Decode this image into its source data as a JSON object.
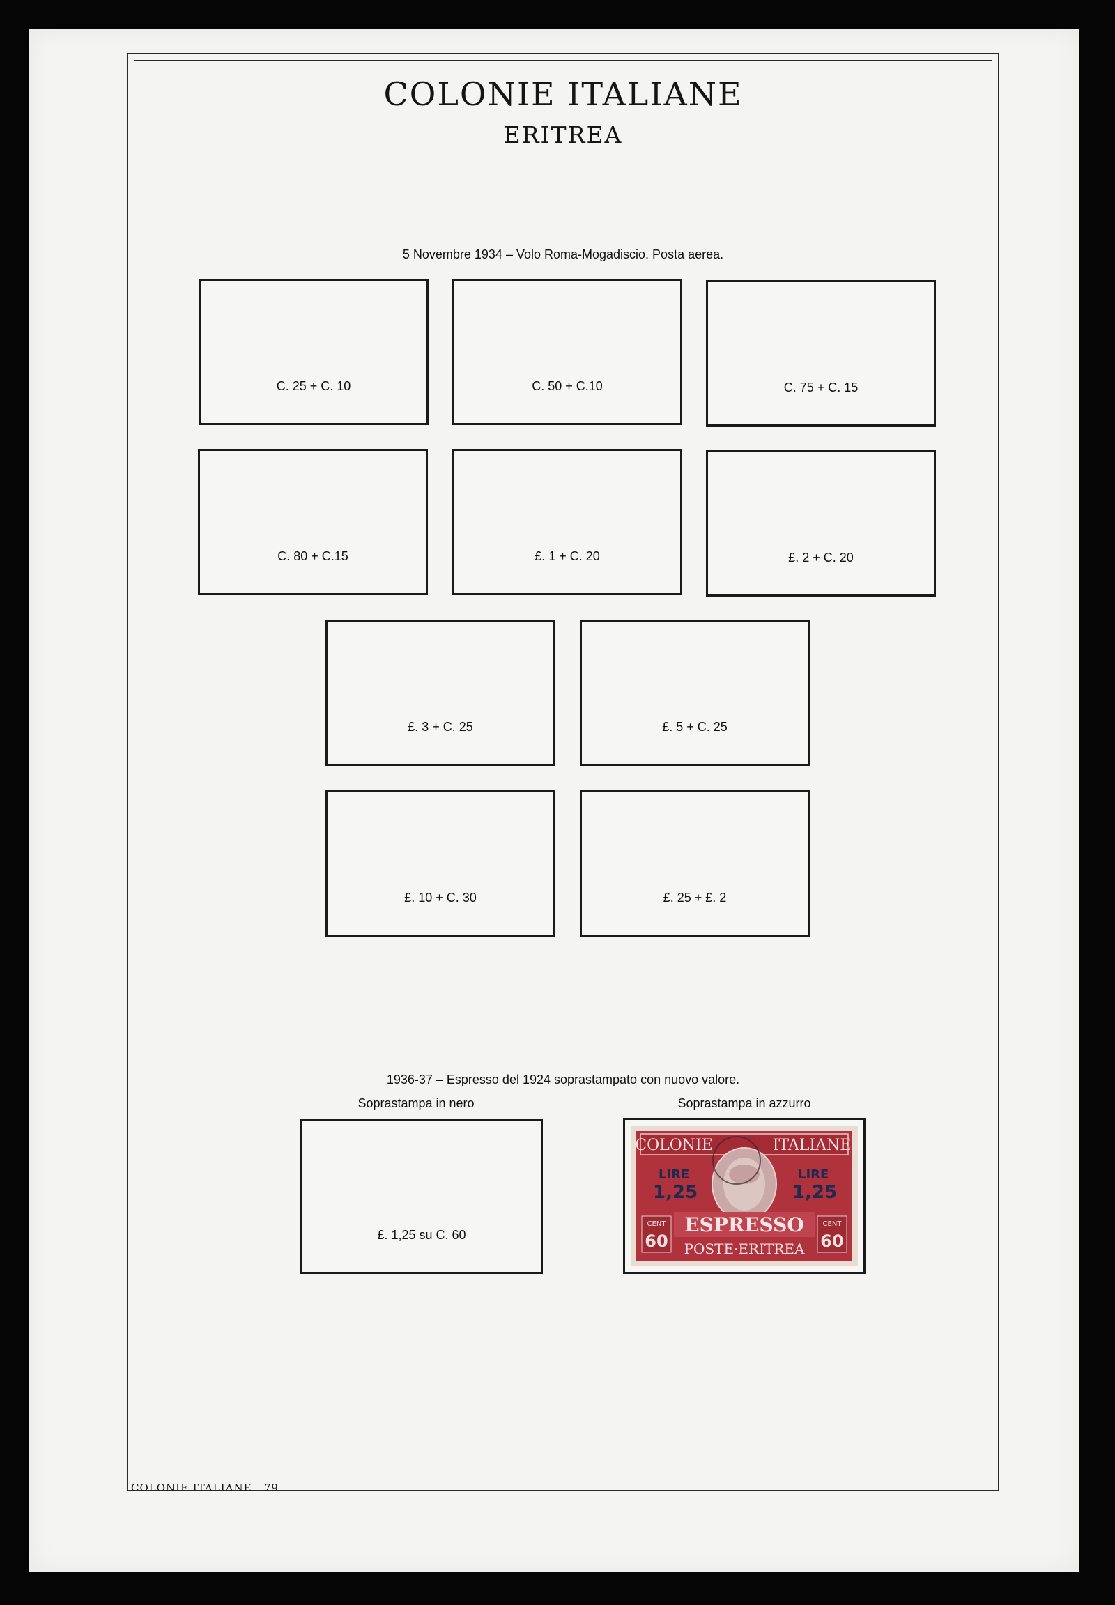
{
  "header": {
    "title": "COLONIE ITALIANE",
    "subtitle": "ERITREA"
  },
  "section1": {
    "heading": "5 Novembre 1934 – Volo Roma-Mogadiscio. Posta aerea.",
    "slots": [
      "C. 25 + C. 10",
      "C. 50 + C.10",
      "C. 75 + C. 15",
      "C. 80 + C.15",
      "£. 1 + C. 20",
      "£. 2 + C. 20",
      "£. 3 + C. 25",
      "£. 5 + C. 25",
      "£. 10 + C. 30",
      "£. 25 + £. 2"
    ]
  },
  "section2": {
    "heading": "1936-37 – Espresso del 1924 soprastampato con nuovo valore.",
    "left_caption": "Soprastampa in nero",
    "right_caption": "Soprastampa in azzurro",
    "left_slot": "£. 1,25 su C. 60",
    "stamp": {
      "top_left": "COLONIE",
      "top_right": "ITALIANE",
      "word": "ESPRESSO",
      "bottom": "POSTE·ERITREA",
      "surcharge_lire": "LIRE",
      "surcharge_value": "1,25",
      "cent_label": "CENT",
      "cent_value": "60",
      "color": "#b0323c"
    }
  },
  "footer": {
    "text": "COLONIE ITALIANE   79"
  }
}
